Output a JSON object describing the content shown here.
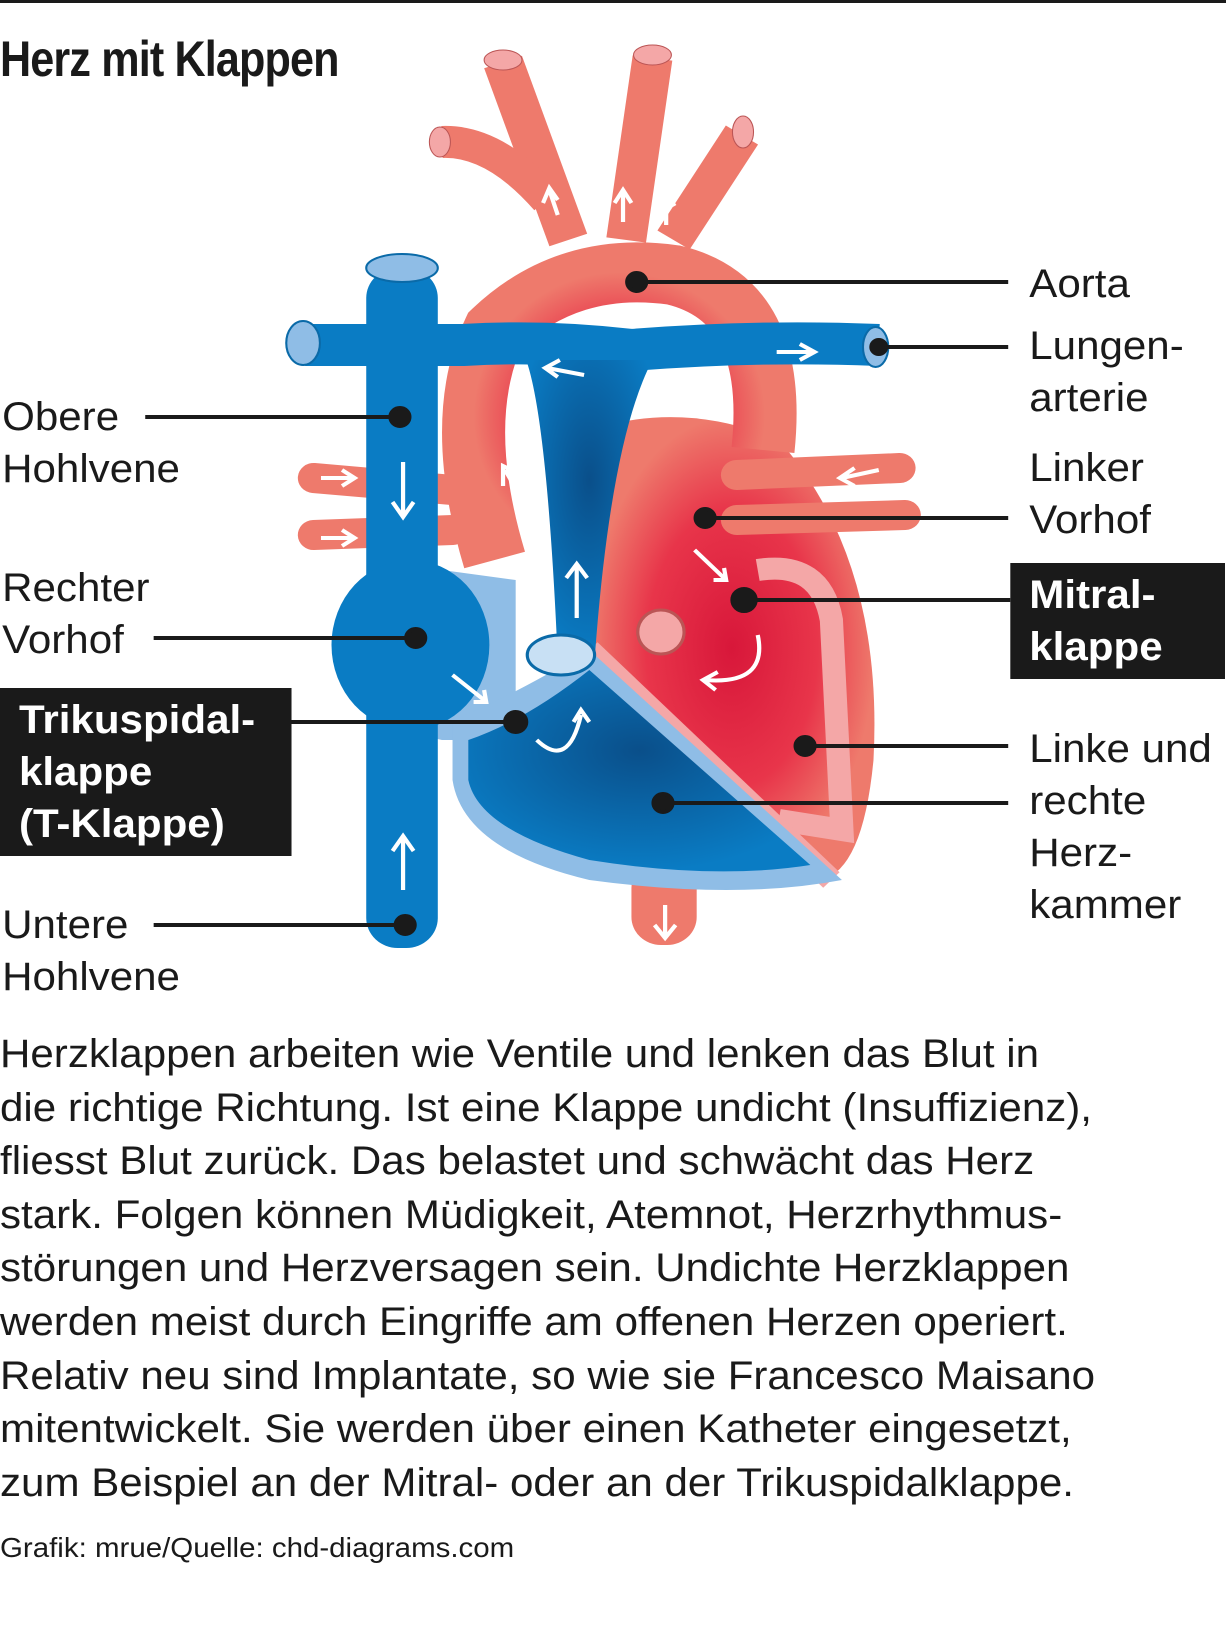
{
  "title": "Herz mit Klappen",
  "labels": {
    "obere_hohlvene": [
      "Obere",
      "Hohlvene"
    ],
    "rechter_vorhof": [
      "Rechter",
      "Vorhof"
    ],
    "trikuspidalklappe": [
      "Trikuspidal-",
      "klappe",
      "(T-Klappe)"
    ],
    "untere_hohlvene": [
      "Untere",
      "Hohlvene"
    ],
    "aorta": [
      "Aorta"
    ],
    "lungenarterie": [
      "Lungen-",
      "arterie"
    ],
    "linker_vorhof": [
      "Linker",
      "Vorhof"
    ],
    "mitralklappe": [
      "Mitral-",
      "klappe"
    ],
    "herzkammer": [
      "Linke und",
      "rechte",
      "Herz-",
      "kammer"
    ]
  },
  "body_lines": [
    "Herzklappen arbeiten wie Ventile und lenken das Blut in",
    "die richtige Richtung. Ist eine Klappe undicht (Insuffizienz),",
    "fliesst Blut zurück. Das belastet und schwächt das Herz",
    "stark. Folgen können Müdigkeit, Atemnot, Herzrhythmus-",
    "störungen und Herzversagen sein. Undichte Herzklappen",
    "werden meist durch Eingriffe am offenen Herzen operiert.",
    "Relativ neu sind Implantate, so wie sie Francesco Maisano",
    "mitentwickelt. Sie werden über einen Katheter eingesetzt,",
    "zum Beispiel an der Mitral- oder an der Trikuspidalklappe."
  ],
  "footer": "Grafik: mrue/Quelle: chd-diagrams.com",
  "colors": {
    "blue": "#0a7cc4",
    "red": "#ee7a6c",
    "deep_red": "#e0203a",
    "light_blue": "#8fbde6",
    "pink": "#f2a6a6"
  }
}
